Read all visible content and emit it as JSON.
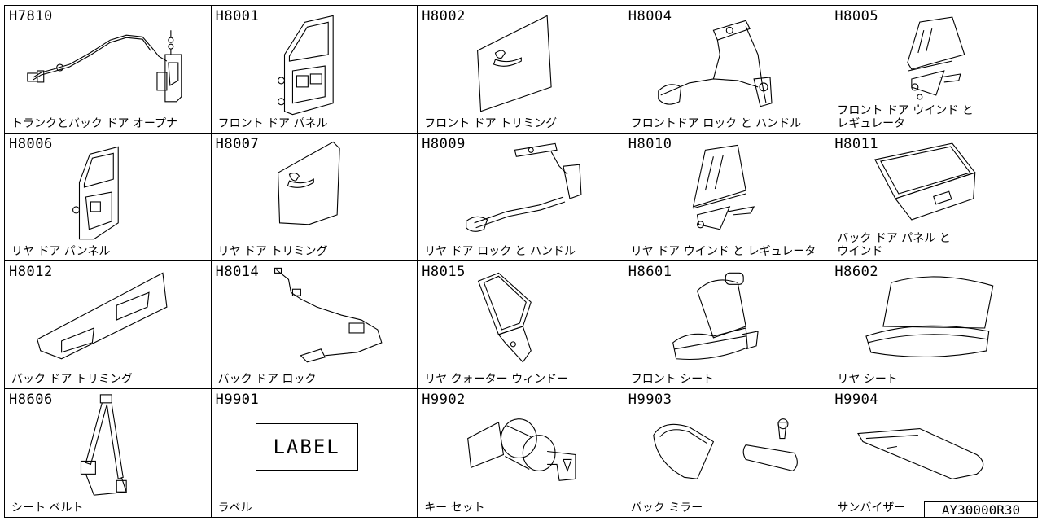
{
  "cells": [
    {
      "code": "H7810",
      "label": "トランクとバック ドア オープナ"
    },
    {
      "code": "H8001",
      "label": "フロント ドア パネル"
    },
    {
      "code": "H8002",
      "label": "フロント ドア トリミング"
    },
    {
      "code": "H8004",
      "label": "フロントドア ロック と ハンドル"
    },
    {
      "code": "H8005",
      "label": "フロント ドア ウインド と\n  レギュレータ"
    },
    {
      "code": "H8006",
      "label": "リヤ ドア パンネル"
    },
    {
      "code": "H8007",
      "label": "リヤ ドア トリミング"
    },
    {
      "code": "H8009",
      "label": "リヤ ドア ロック と ハンドル"
    },
    {
      "code": "H8010",
      "label": "リヤ ドア ウインド と レギュレータ"
    },
    {
      "code": "H8011",
      "label": "バック ドア パネル と\n  ウインド"
    },
    {
      "code": "H8012",
      "label": "バック ドア トリミング"
    },
    {
      "code": "H8014",
      "label": "バック ドア ロック"
    },
    {
      "code": "H8015",
      "label": "リヤ クォーター ウィンドー"
    },
    {
      "code": "H8601",
      "label": "フロント シート"
    },
    {
      "code": "H8602",
      "label": "リヤ シート"
    },
    {
      "code": "H8606",
      "label": "シート ベルト"
    },
    {
      "code": "H9901",
      "label": "ラベル"
    },
    {
      "code": "H9902",
      "label": "キー セット"
    },
    {
      "code": "H9903",
      "label": "バック ミラー"
    },
    {
      "code": "H9904",
      "label": "サンバイザー"
    }
  ],
  "label_box_text": "LABEL",
  "document_id": "AY30000R30"
}
